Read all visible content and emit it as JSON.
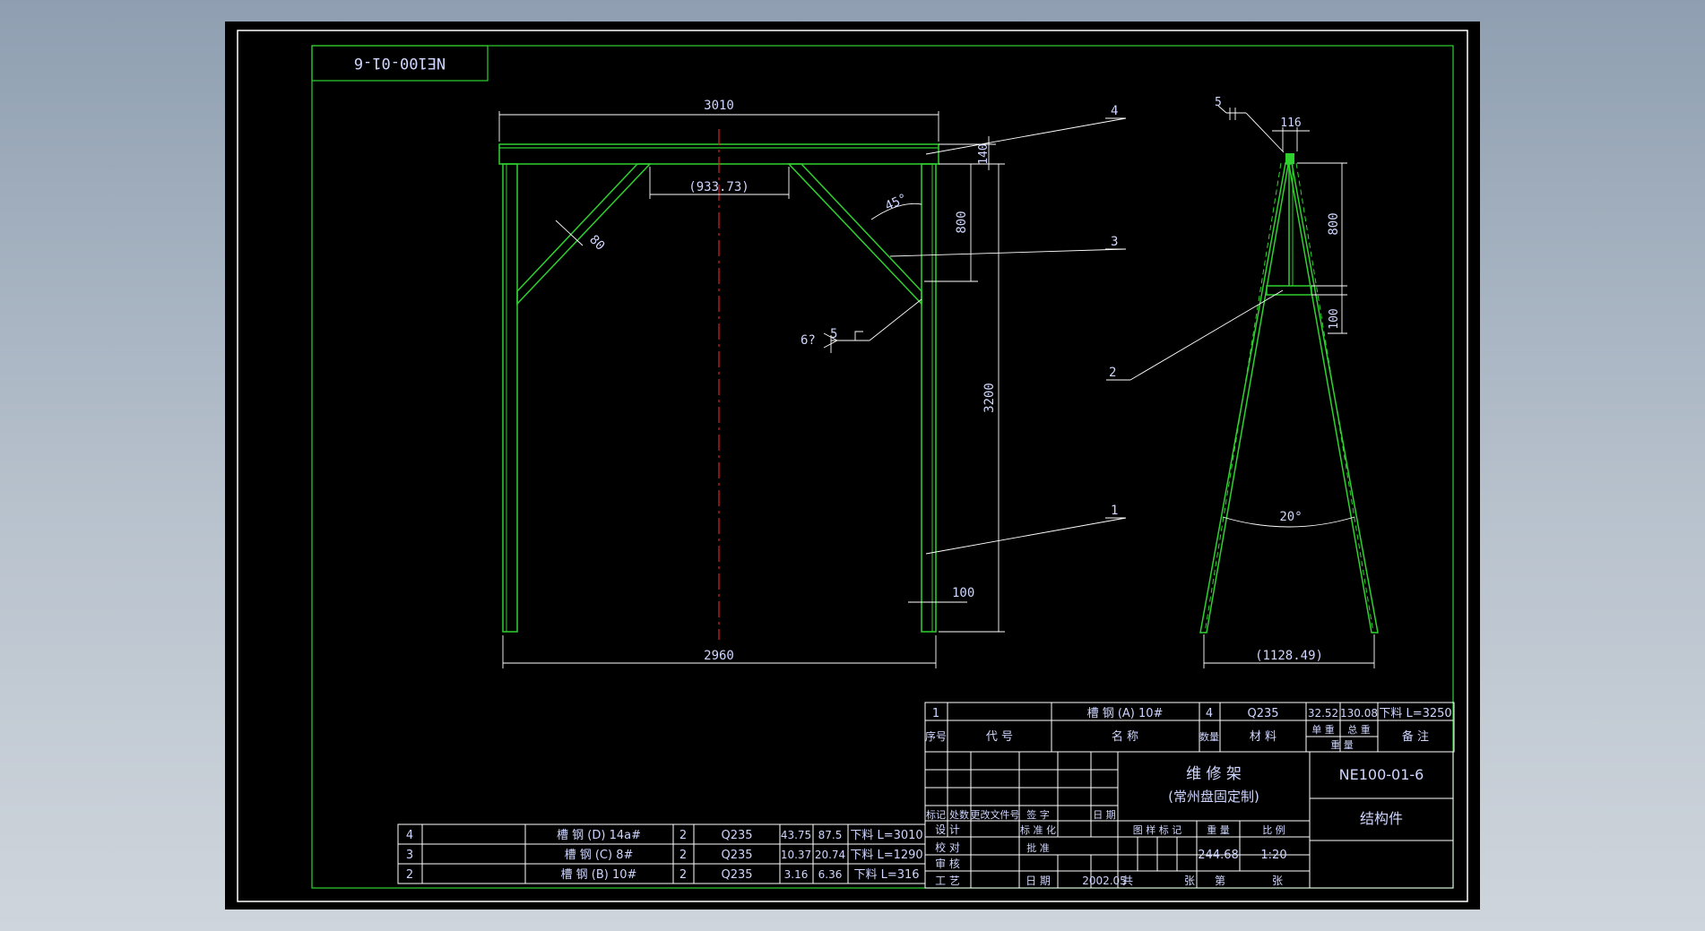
{
  "drawing": {
    "mirrored_code": "NE100-01-6",
    "front_view": {
      "dim_top_width": "3010",
      "dim_brace_span": "(933.73)",
      "dim_brace_angle": "45°",
      "dim_brace_width": "80",
      "dim_beam_height": "140",
      "dim_brace_height": "800",
      "dim_column_height": "3200",
      "dim_foot": "100",
      "dim_bottom_width": "2960",
      "weld_note_num": "6?",
      "weld_note_size": "5"
    },
    "side_view": {
      "weld_size": "5",
      "dim_top": "116",
      "dim_height": "800",
      "dim_lower": "100",
      "dim_angle": "20°",
      "dim_base": "(1128.49)"
    },
    "leaders": [
      "4",
      "3",
      "2",
      "1"
    ]
  },
  "parts_upper": {
    "row": {
      "no": "1",
      "code": "",
      "name": "槽 钢 (A) 10#",
      "qty": "4",
      "material": "Q235",
      "unit_weight": "32.52",
      "total_weight": "130.08",
      "note": "下料 L=3250"
    },
    "header": {
      "no": "序号",
      "code": "代 号",
      "name": "名 称",
      "qty": "数量",
      "material": "材 料",
      "unit_weight": "单 重",
      "total_weight": "总 重",
      "weight_sub": "重 量",
      "note": "备 注"
    }
  },
  "parts_lower": [
    {
      "no": "4",
      "name": "槽 钢 (D) 14a#",
      "qty": "2",
      "material": "Q235",
      "w1": "43.75",
      "w2": "87.5",
      "note": "下料 L=3010"
    },
    {
      "no": "3",
      "name": "槽 钢 (C) 8#",
      "qty": "2",
      "material": "Q235",
      "w1": "10.37",
      "w2": "20.74",
      "note": "下料 L=1290"
    },
    {
      "no": "2",
      "name": "槽 钢 (B) 10#",
      "qty": "2",
      "material": "Q235",
      "w1": "3.16",
      "w2": "6.36",
      "note": "下料 L=316"
    }
  ],
  "title_block": {
    "title": "维 修 架",
    "subtitle": "(常州盘固定制)",
    "drawing_no": "NE100-01-6",
    "type": "结构件",
    "rev_headers": [
      "标记",
      "处数",
      "更改文件号",
      "签 字",
      "日 期"
    ],
    "roles": [
      "设 计",
      "校 对",
      "审 核",
      "工 艺"
    ],
    "standardize": "标 准 化",
    "approve": "批 准",
    "date_label": "日 期",
    "date": "2002.05",
    "stage_label": "图 样 标 记",
    "weight_label": "重 量",
    "scale_label": "比 例",
    "weight": "244.68",
    "scale": "1:20",
    "total_sheets": "共",
    "sheet_unit": "张",
    "sheet_no": "第",
    "sheet_unit2": "张"
  }
}
